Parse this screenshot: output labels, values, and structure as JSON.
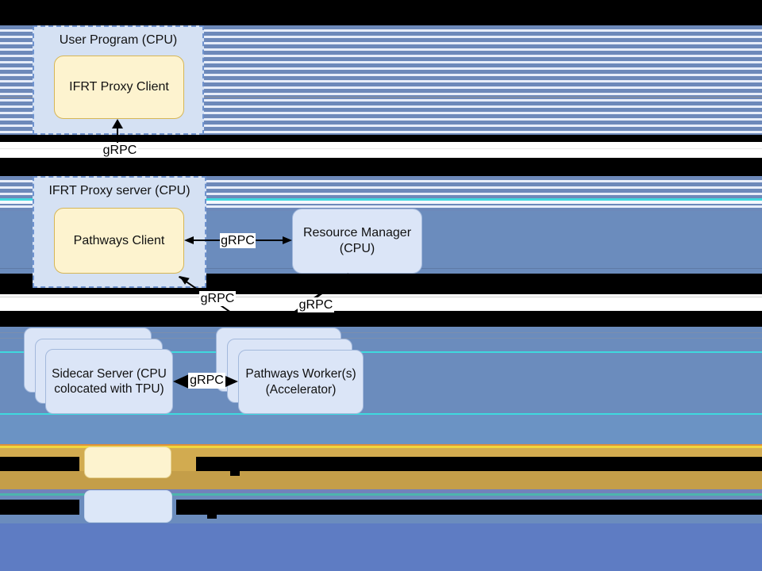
{
  "colors": {
    "stripeBlue": "#6d89ba",
    "stripeLight": "#e7edf9",
    "steelBlue": "#6b8cbd",
    "steelBlueLight": "#6b93c4",
    "periwinkle": "#5e7cc3",
    "cyan": "#3fd9de",
    "gold": "#d2ab50",
    "goldDark": "#c49e49",
    "orangeLine": "#dd8f3d",
    "yellowLine": "#f2d73e",
    "slateBand": "#7282ba",
    "tealBand": "#4db4ad",
    "containerFill": "#d5e1f3",
    "containerBorder": "#6f93cf",
    "yellowFill": "#fdf3cf",
    "yellowBorder": "#d6b656",
    "blueFill": "#dbe5f7",
    "blueBorder": "#a3b9dc"
  },
  "diagram": {
    "user_program": {
      "title": "User Program (CPU)",
      "inner_label": "IFRT Proxy Client"
    },
    "proxy_server": {
      "title": "IFRT Proxy server (CPU)",
      "inner_label": "Pathways Client"
    },
    "resource_manager": {
      "line1": "Resource Manager",
      "line2": "(CPU)"
    },
    "sidecar_server": {
      "line1": "Sidecar Server (CPU",
      "line2": "colocated with TPU)"
    },
    "pathways_workers": {
      "line1": "Pathways Worker(s)",
      "line2": "(Accelerator)"
    },
    "connections": {
      "proxy_client_up": {
        "label": "gRPC"
      },
      "pathways_client_resource_manager": {
        "label": "gRPC"
      },
      "pathways_client_down": {
        "label": "gRPC"
      },
      "resource_manager_down": {
        "label": "gRPC"
      },
      "sidecar_workers": {
        "label": "gRPC"
      }
    }
  },
  "legend": {
    "items": [
      {
        "swatch_color": "#fdf3cf",
        "label_visible": false
      },
      {
        "swatch_color": "#dce7f8",
        "label_visible": false
      }
    ]
  }
}
